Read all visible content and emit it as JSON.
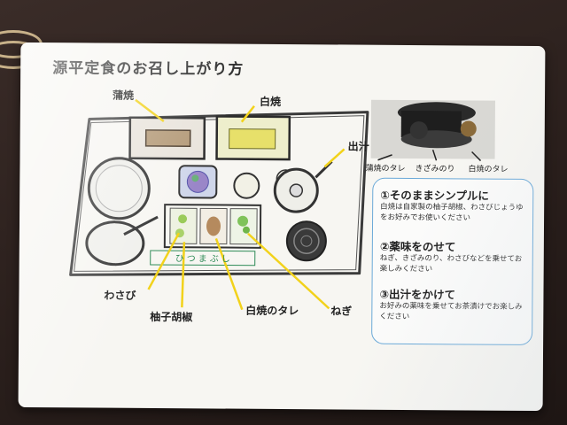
{
  "card": {
    "title": "源平定食のお召し上がり方"
  },
  "labels": {
    "kabayaki": "蒲焼",
    "shirayaki": "白焼",
    "dashi": "出汁",
    "wasabi": "わさび",
    "yuzu_kosho": "柚子胡椒",
    "shirayaki_tare": "白焼のタレ",
    "negi": "ねぎ"
  },
  "photo_labels": {
    "kabayaki_tare": "蒲焼のタレ",
    "kizami_nori": "きざみのり",
    "shirayaki_tare": "白焼のタレ"
  },
  "steps": [
    {
      "heading": "①そのままシンプルに",
      "body": "白焼は自家製の柚子胡椒、わさびじょうゆをお好みでお使いください"
    },
    {
      "heading": "②薬味をのせて",
      "body": "ねぎ、きざみのり、わさびなどを乗せてお楽しみください"
    },
    {
      "heading": "③出汁をかけて",
      "body": "お好みの薬味を乗せてお茶漬けでお楽しみください"
    }
  ],
  "tray_text": "ひつまぶし",
  "colors": {
    "leader_line": "#f2d21b",
    "panel_border": "#6aa9d8",
    "tray_green": "#2e8b57",
    "table": "#2a1f1c"
  }
}
